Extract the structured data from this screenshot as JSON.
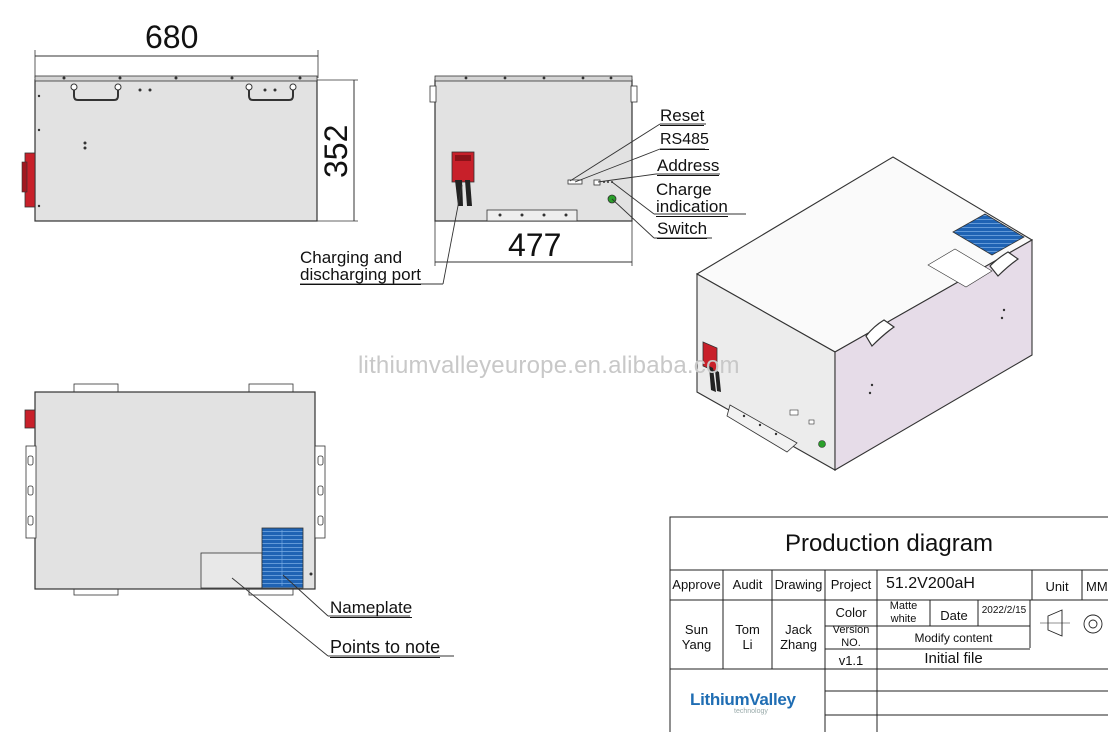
{
  "dimensions": {
    "width": "680",
    "height": "352",
    "depth": "477"
  },
  "callouts": {
    "reset": "Reset",
    "rs485": "RS485",
    "address": "Address",
    "charge_indication_1": "Charge",
    "charge_indication_2": "indication",
    "switch": "Switch",
    "port_1": "Charging and",
    "port_2": "discharging port",
    "nameplate": "Nameplate",
    "points_to_note": "Points to note"
  },
  "watermark": "lithiumvalleyeurope.en.alibaba.com",
  "title_block": {
    "title": "Production diagram",
    "approve_label": "Approve",
    "audit_label": "Audit",
    "drawing_label": "Drawing",
    "project_label": "Project",
    "project_value": "51.2V200aH",
    "unit_label": "Unit",
    "unit_value": "MM",
    "approve_name_1": "Sun",
    "approve_name_2": "Yang",
    "audit_name_1": "Tom",
    "audit_name_2": "Li",
    "drawing_name_1": "Jack",
    "drawing_name_2": "Zhang",
    "color_label": "Color",
    "color_value_1": "Matte",
    "color_value_2": "white",
    "date_label": "Date",
    "date_value": "2022/2/15",
    "version_label_1": "Version",
    "version_label_2": "NO.",
    "modify_label": "Modify content",
    "version_value": "v1.1",
    "modify_value": "Initial file"
  },
  "logo": {
    "text": "LithiumValley",
    "sub": "technology"
  },
  "colors": {
    "panel_gray": "#e2e2e2",
    "panel_lavender": "#e6dce8",
    "vent_blue": "#1f63b4",
    "port_red": "#c8202a",
    "led_green": "#2aa02a",
    "logo_blue": "#1f6db3"
  }
}
